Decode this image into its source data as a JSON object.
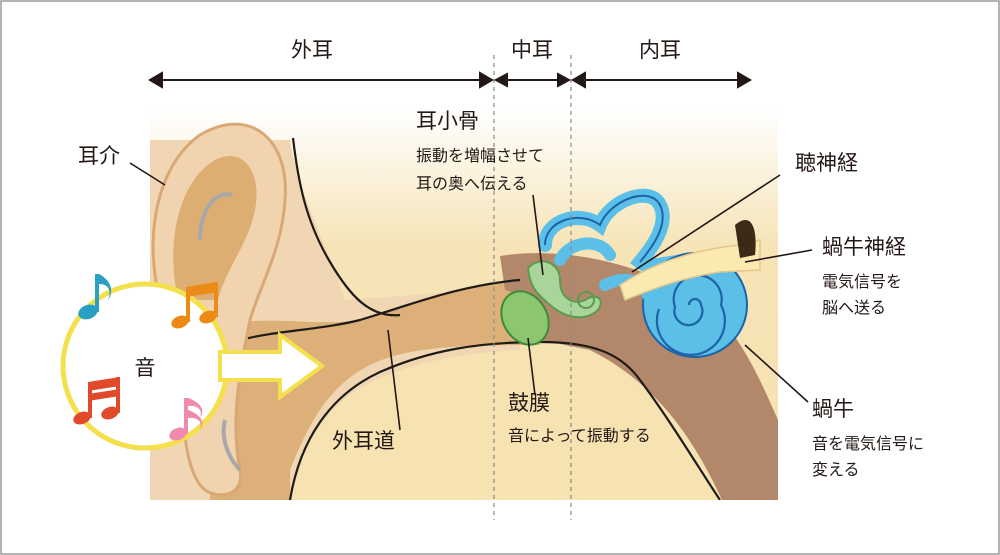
{
  "sections": {
    "outer": "外耳",
    "middle": "中耳",
    "inner": "内耳"
  },
  "labels": {
    "auricle": "耳介",
    "sound": "音",
    "ear_canal": "外耳道",
    "ossicles": "耳小骨",
    "ossicles_desc_1": "振動を増幅させて",
    "ossicles_desc_2": "耳の奥へ伝える",
    "auditory_nerve": "聴神経",
    "cochlear_nerve": "蝸牛神経",
    "cochlear_nerve_desc_1": "電気信号を",
    "cochlear_nerve_desc_2": "脳へ送る",
    "eardrum": "鼓膜",
    "eardrum_desc": "音によって振動する",
    "cochlea": "蝸牛",
    "cochlea_desc_1": "音を電気信号に",
    "cochlea_desc_2": "変える"
  },
  "colors": {
    "skin": "#f1d3b0",
    "skin_dark": "#dcae7a",
    "head_bg": "#f6e4b7",
    "canal": "#dcae72",
    "bone": "#b08464",
    "ossicle_green": "#a9d59a",
    "eardrum_green": "#8cc66e",
    "cochlea_blue": "#5bbfe8",
    "cochlea_line": "#1d63a8",
    "nerve": "#fbe9b2",
    "note_teal": "#2a9fc4",
    "note_orange": "#ec8a18",
    "note_red": "#e04a2a",
    "note_pink": "#f08bb0",
    "sound_circle": "#f4e04d"
  }
}
